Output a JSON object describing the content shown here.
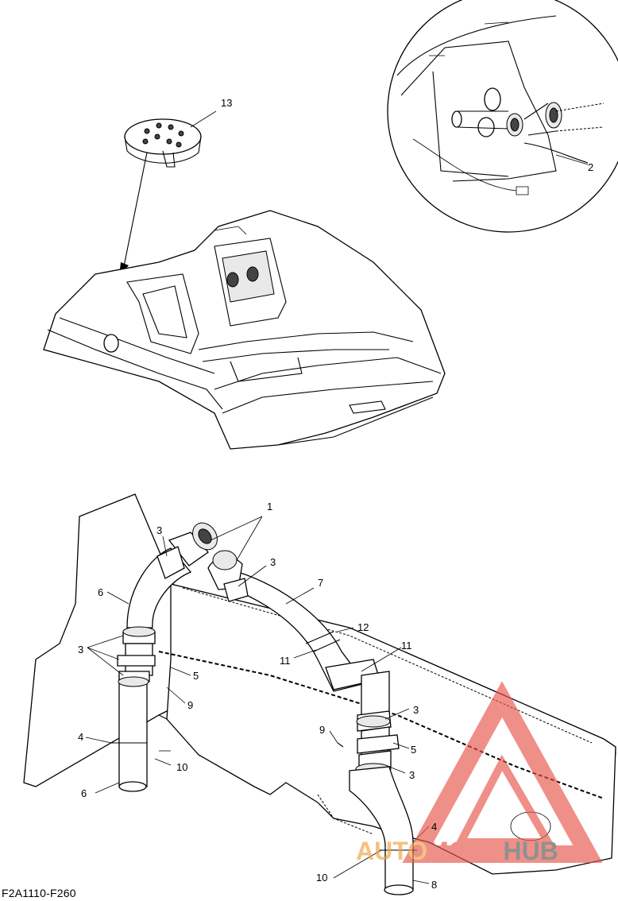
{
  "diagram_code": "F2A1110-F260",
  "callouts": {
    "c1": "1",
    "c2": "2",
    "c3a": "3",
    "c3b": "3",
    "c3c": "3",
    "c3d": "3",
    "c3e": "3",
    "c4a": "4",
    "c4b": "4",
    "c5a": "5",
    "c5b": "5",
    "c6a": "6",
    "c6b": "6",
    "c7": "7",
    "c8": "8",
    "c9a": "9",
    "c9b": "9",
    "c10a": "10",
    "c10b": "10",
    "c11a": "11",
    "c11b": "11",
    "c12": "12",
    "c13": "13"
  },
  "watermark": {
    "part1": "AUTO",
    "part2": "MOTO",
    "part3": "HUB",
    "color_red": "#e8554a",
    "color_orange": "#f0a040",
    "color_gray": "#555555"
  }
}
